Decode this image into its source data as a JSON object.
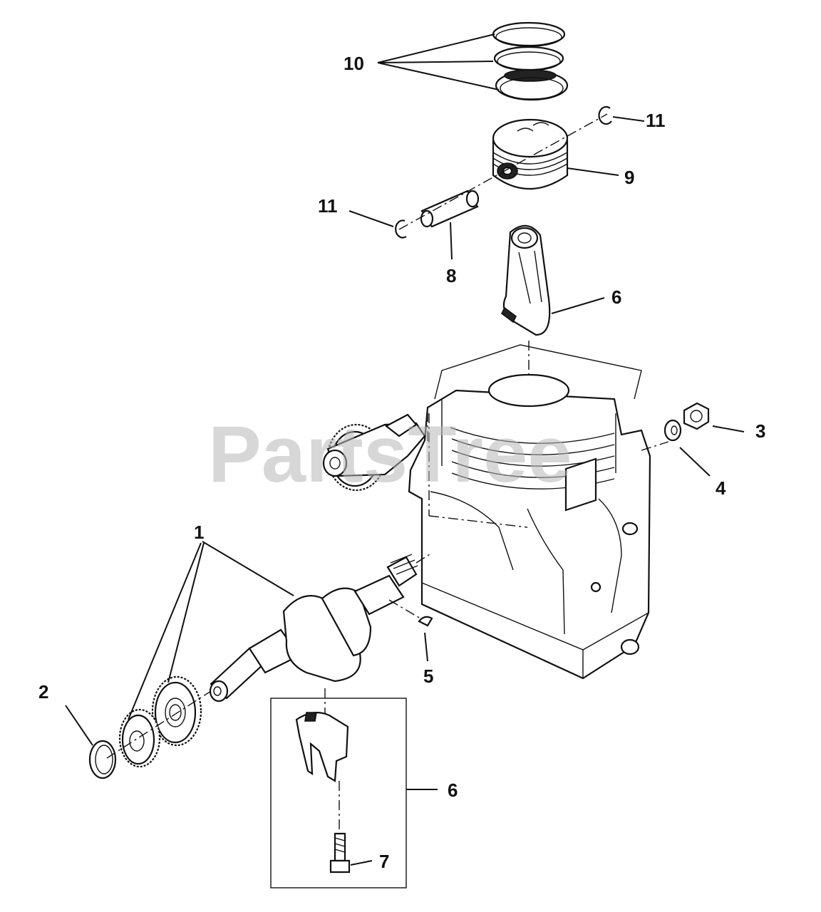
{
  "watermark": "PartsTree",
  "callouts": {
    "c10": "10",
    "c11_right": "11",
    "c9": "9",
    "c11_left": "11",
    "c8": "8",
    "c6_upper": "6",
    "c3": "3",
    "c4": "4",
    "c1": "1",
    "c5": "5",
    "c2": "2",
    "c6_lower": "6",
    "c7": "7"
  }
}
